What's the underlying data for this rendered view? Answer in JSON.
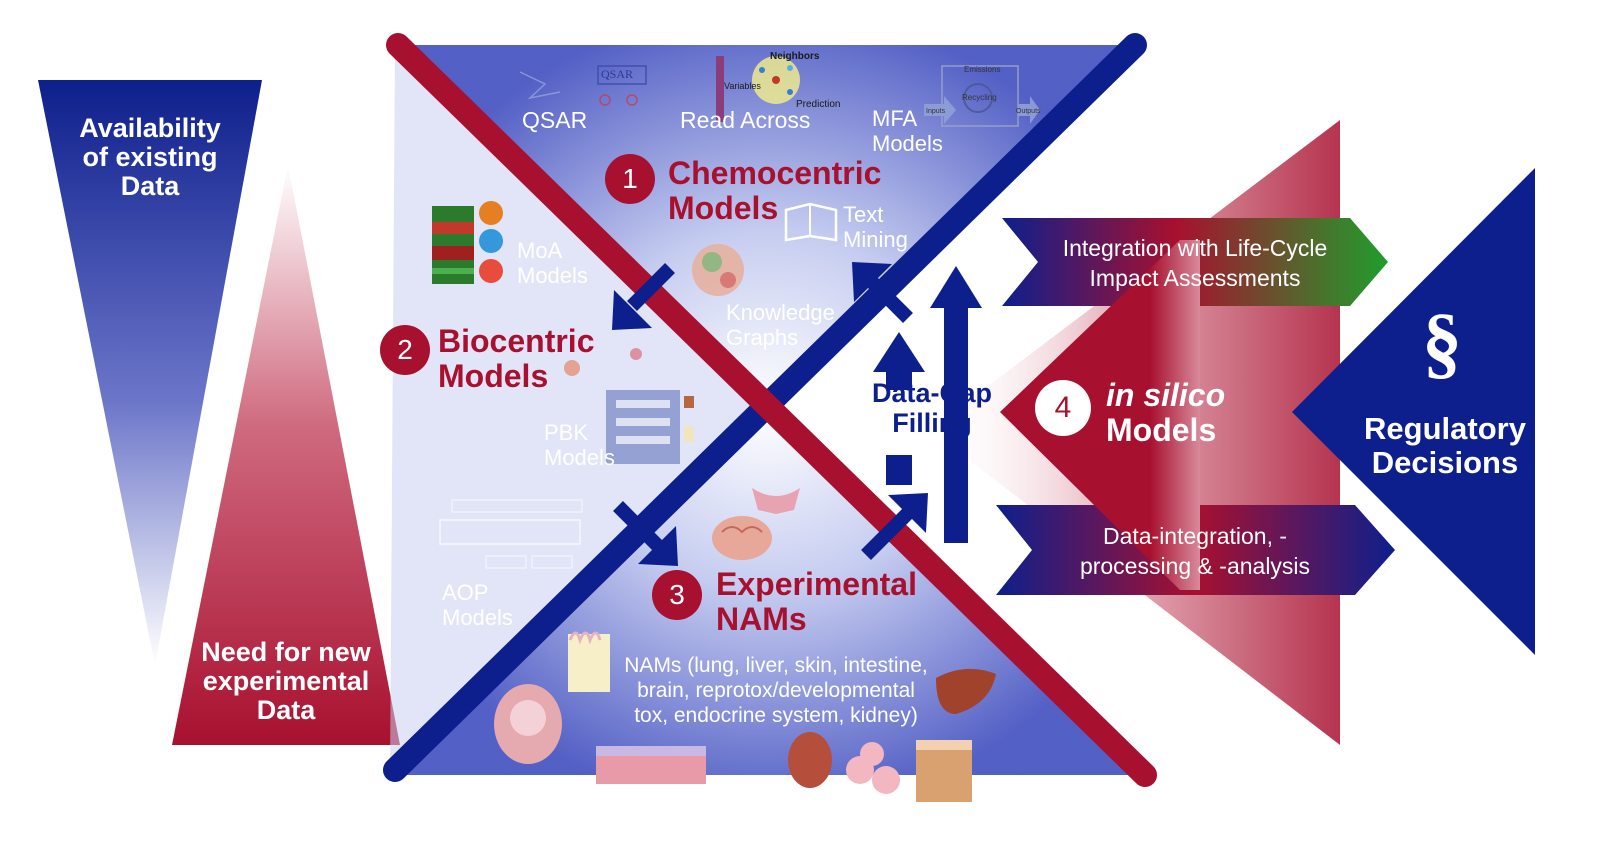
{
  "funnel": {
    "top_lines": [
      "Availability",
      "of existing",
      "Data"
    ],
    "bottom_lines": [
      "Need for new",
      "experimental",
      "Data"
    ]
  },
  "icons": {
    "qsar_box": "QSAR",
    "read_across_neighbors": "Neighbors",
    "read_across_variables": "Variables",
    "read_across_prediction": "Prediction",
    "mfa_emissions": "Emissions",
    "mfa_recycling": "Recycling",
    "mfa_inputs": "Inputs",
    "mfa_outputs": "Outputs",
    "text_mining_icon": "book-icon",
    "knowledge_graph_icon": "network-graph-icon",
    "organ_icons": [
      "brain-icon",
      "uterus-icon",
      "liver-icon",
      "kidney-icon",
      "lung-icon",
      "skin-icon",
      "fetus-icon",
      "intestine-icon"
    ]
  },
  "chemocentric": {
    "number": "1",
    "title_lines": [
      "Chemocentric",
      "Models"
    ],
    "qsar": "QSAR",
    "read_across": "Read Across",
    "mfa_lines": [
      "MFA",
      "Models"
    ],
    "text_mining_lines": [
      "Text",
      "Mining"
    ],
    "knowledge_graphs_lines": [
      "Knowledge",
      "Graphs"
    ]
  },
  "biocentric": {
    "number": "2",
    "title_lines": [
      "Biocentric",
      "Models"
    ],
    "moa_lines": [
      "MoA",
      "Models"
    ],
    "pbk_lines": [
      "PBK",
      "Models"
    ],
    "aop_lines": [
      "AOP",
      "Models"
    ]
  },
  "experimental": {
    "number": "3",
    "title_lines": [
      "Experimental",
      "NAMs"
    ],
    "nams_lines": [
      "NAMs (lung, liver, skin, intestine,",
      "brain, reprotox/developmental",
      "tox, endocrine system, kidney)"
    ]
  },
  "gap": {
    "lines": [
      "Data-Gap",
      "Filling"
    ]
  },
  "insilico": {
    "number": "4",
    "italic": "in silico",
    "rest": "Models"
  },
  "integration": {
    "lca_lines": [
      "Integration with Life-Cycle",
      "Impact Assessments"
    ],
    "data_lines": [
      "Data-integration, -",
      "processing & -analysis"
    ]
  },
  "regulatory": {
    "symbol": "§",
    "lines": [
      "Regulatory",
      "Decisions"
    ]
  },
  "colors": {
    "navy": "#0d1f8c",
    "crimson": "#a8102f",
    "green": "#1f9e2c"
  }
}
